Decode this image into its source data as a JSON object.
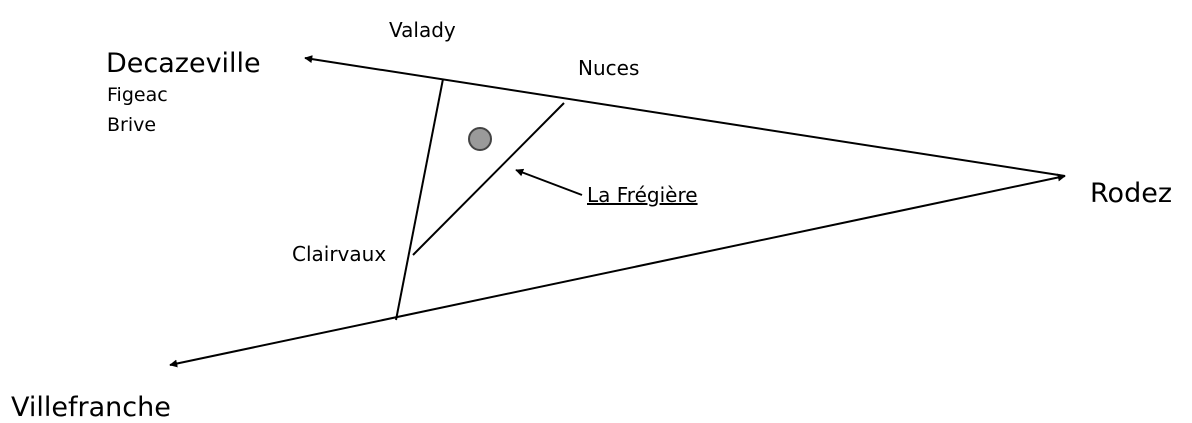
{
  "map": {
    "places": {
      "decazeville": "Decazeville",
      "figeac": "Figeac",
      "brive": "Brive",
      "valady": "Valady",
      "nuces": "Nuces",
      "rodez": "Rodez",
      "clairvaux": "Clairvaux",
      "la_fregiere": "La Frégière",
      "villefranche": "Villefranche"
    },
    "colors": {
      "line": "#000000",
      "marker_fill": "#9a9a9a",
      "marker_stroke": "#444444",
      "background": "#ffffff"
    }
  }
}
